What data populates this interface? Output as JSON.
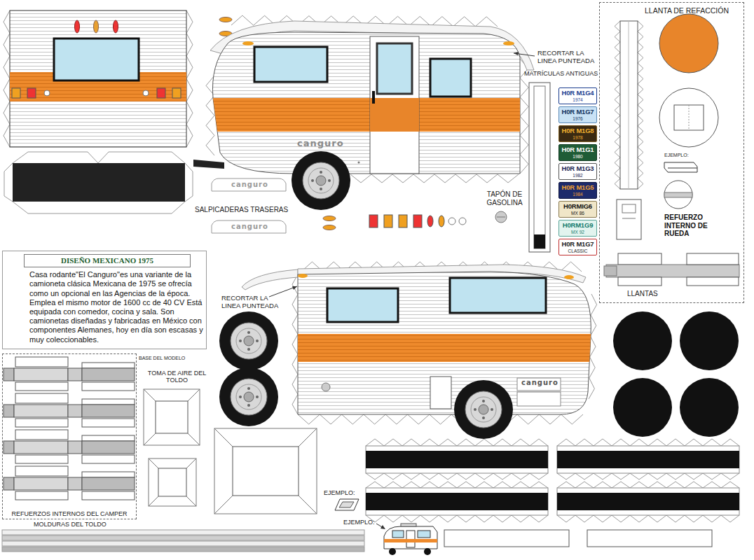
{
  "diagram": {
    "nodes": [
      {
        "text": [
          "DISEÑO MEXICANO 1975",
          "Casa rodante\"El Canguro\"es una variante de la camioneta clásica Mexicana de 1975 se ofrecía como un opcional en las Agencias de la época. Emplea el mismo motor de 1600 cc de 40 CV Está equipada con comedor, cocina y sala. Son camionetas diseñadas y fabricadas en México con componentes Alemanes, hoy en día son escasas y muy coleccionables."
        ]
      },
      {
        "text": [
          "LLANTA DE REFACCIÓN"
        ]
      },
      {
        "text": [
          "REFUERZOS INTERNOS DEL CAMPER"
        ]
      },
      {
        "text": [
          "H0R M1G4",
          "1974"
        ]
      },
      {
        "text": [
          "H0R M1G7",
          "1976"
        ]
      },
      {
        "text": [
          "H0R M1G8",
          "1978"
        ]
      },
      {
        "text": [
          "H0R M1G1",
          "1980"
        ]
      },
      {
        "text": [
          "H0R M1G3",
          "1982"
        ]
      },
      {
        "text": [
          "H0R M1G5",
          "1984"
        ]
      },
      {
        "text": [
          "H0RMIG6",
          "MX 86"
        ]
      },
      {
        "text": [
          "H0RM1G9",
          "MX 92"
        ]
      },
      {
        "text": [
          "H0R M1G7",
          "CLASSIC"
        ]
      }
    ],
    "labels": [
      "RECORTAR LA LINEA PUNTEADA",
      "MATRÍCULAS ANTIGUAS",
      "EJEMPLO:",
      "REFUERZO INTERNO DE RUEDA",
      "LLANTAS",
      "canguro",
      "canguro",
      "SALPICADERAS TRASERAS",
      "canguro",
      "TAPÓN DE GASOLINA",
      "RECORTAR LA LINEA PUNTEADA",
      "canguro",
      "BASE DEL MODELO",
      "TOMA DE AIRE DEL TOLDO",
      "MOLDURAS DEL TOLDO",
      "EJEMPLO:",
      "EJEMPLO:"
    ]
  }
}
